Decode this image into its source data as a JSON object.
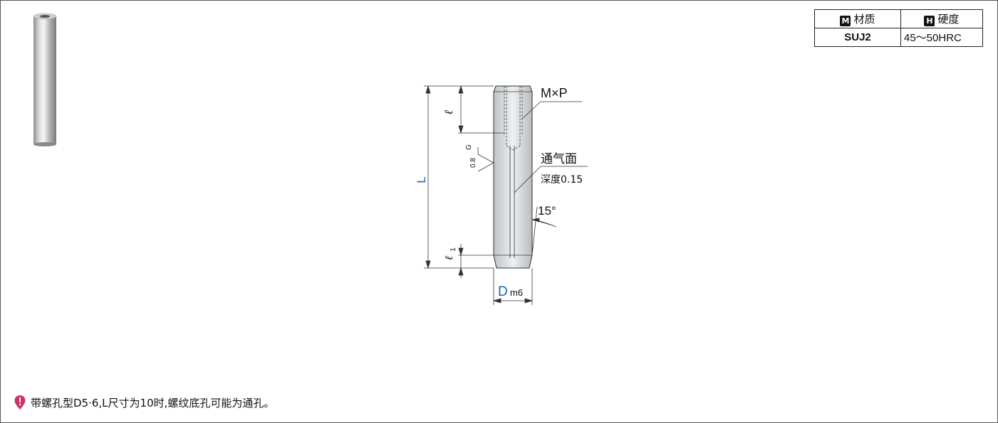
{
  "spec_table": {
    "material_badge": "M",
    "material_header": "材质",
    "hardness_badge": "H",
    "hardness_header": "硬度",
    "material_value": "SUJ2",
    "hardness_value": "45～50HRC"
  },
  "drawing": {
    "thread_label": "M×P",
    "vent_label": "通气面",
    "vent_depth_label": "深度0.15",
    "angle_label": "15°",
    "length_label": "L",
    "thread_length_label": "ℓ",
    "chamfer_length_label": "ℓ",
    "chamfer_length_sub": "1",
    "diameter_label": "D",
    "diameter_tolerance": "m6",
    "surface_grade": "G",
    "surface_roughness": "0.8"
  },
  "note": {
    "text": "带螺孔型D5·6,L尺寸为10时,螺纹底孔可能为通孔。"
  },
  "colors": {
    "dimension_blue": "#1a63b6",
    "note_icon": "#d1306b"
  }
}
